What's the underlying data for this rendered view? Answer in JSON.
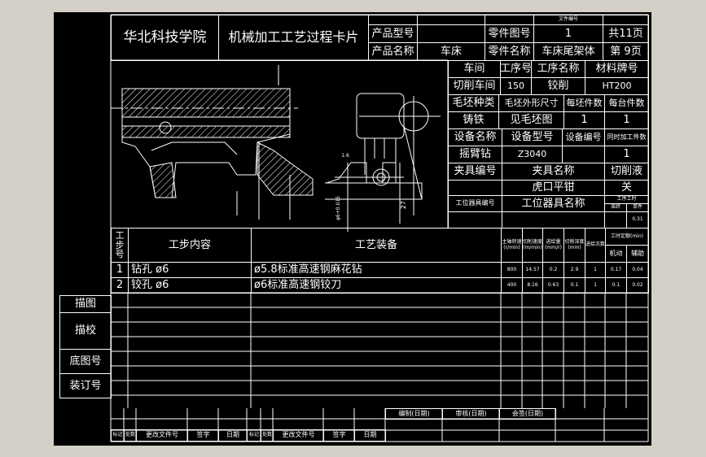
{
  "colors": {
    "background": "#000000",
    "lines": "#ffffff",
    "window": "#d4d0c8"
  },
  "title": {
    "school": "华北科技学院",
    "card": "机械加工工艺过程卡片",
    "doc_no_label": "文件编号"
  },
  "header": {
    "product_model_label": "产品型号",
    "product_model": "",
    "part_drawing_label": "零件图号",
    "part_drawing": "1",
    "total_pages": "共11页",
    "product_name_label": "产品名称",
    "product_name": "车床",
    "part_name_label": "零件名称",
    "part_name": "车床尾架体",
    "page": "第 9页"
  },
  "info": {
    "workshop_label": "车间",
    "op_no_label": "工序号",
    "op_name_label": "工序名称",
    "material_label": "材料牌号",
    "workshop": "切削车间",
    "op_no": "150",
    "op_name": "铰削",
    "material": "HT200",
    "blank_type_label": "毛坯种类",
    "blank_size_label": "毛坯外形尺寸",
    "per_blank_label": "每坯件数",
    "per_unit_label": "每台件数",
    "blank_type": "铸铁",
    "blank_size": "见毛坯图",
    "per_blank": "1",
    "per_unit": "1",
    "equip_name_label": "设备名称",
    "equip_model_label": "设备型号",
    "equip_no_label": "设备编号",
    "simul_label": "同时加工件数",
    "equip_name": "摇臂钻",
    "equip_model": "Z3040",
    "equip_no": "",
    "simul": "1",
    "fixture_no_label": "夹具编号",
    "fixture_name_label": "夹具名称",
    "coolant_label": "切削液",
    "fixture_no": "",
    "fixture_name": "虎口平钳",
    "coolant": "关",
    "station_no_label": "工位器具编号",
    "station_name_label": "工位器具名称",
    "op_time_label": "工序工时",
    "prep_label": "准终",
    "unit_label": "单件",
    "unit_time": "0.31"
  },
  "drawing": {
    "dim_27": "27",
    "dim_phi": "φ6+0.015",
    "roughness": "1.6"
  },
  "steps": {
    "headers": {
      "no": "工步号",
      "content": "工步内容",
      "equipment": "工艺装备",
      "speed": "主轴转速(r/min)",
      "cut_speed": "切削速度(m/min)",
      "feed": "进给量(mm/r)",
      "depth": "切削深度(mm)",
      "passes": "进给次数",
      "time": "工时定额(min)",
      "machine": "机动",
      "aux": "辅助"
    },
    "rows": [
      {
        "no": "1",
        "content": "钻孔 ø6",
        "equipment": "ø5.8标准高速钢麻花钻",
        "speed": "800",
        "cut_speed": "14.57",
        "feed": "0.2",
        "depth": "2.9",
        "passes": "1",
        "machine": "0.17",
        "aux": "0.04"
      },
      {
        "no": "2",
        "content": "铰孔 ø6",
        "equipment": "ø6标准高速钢铰刀",
        "speed": "400",
        "cut_speed": "8.16",
        "feed": "0.63",
        "depth": "0.1",
        "passes": "1",
        "machine": "0.1",
        "aux": "0.02"
      }
    ]
  },
  "side": {
    "trace": "描图",
    "trace_check": "描校",
    "base_no": "底图号",
    "binding_no": "装订号"
  },
  "footer": {
    "compile": "编制(日期)",
    "review": "审核(日期)",
    "countersign": "会签(日期)",
    "mark": "标记",
    "count": "处数",
    "change_doc": "更改文件号",
    "sign": "签字",
    "date": "日期"
  }
}
